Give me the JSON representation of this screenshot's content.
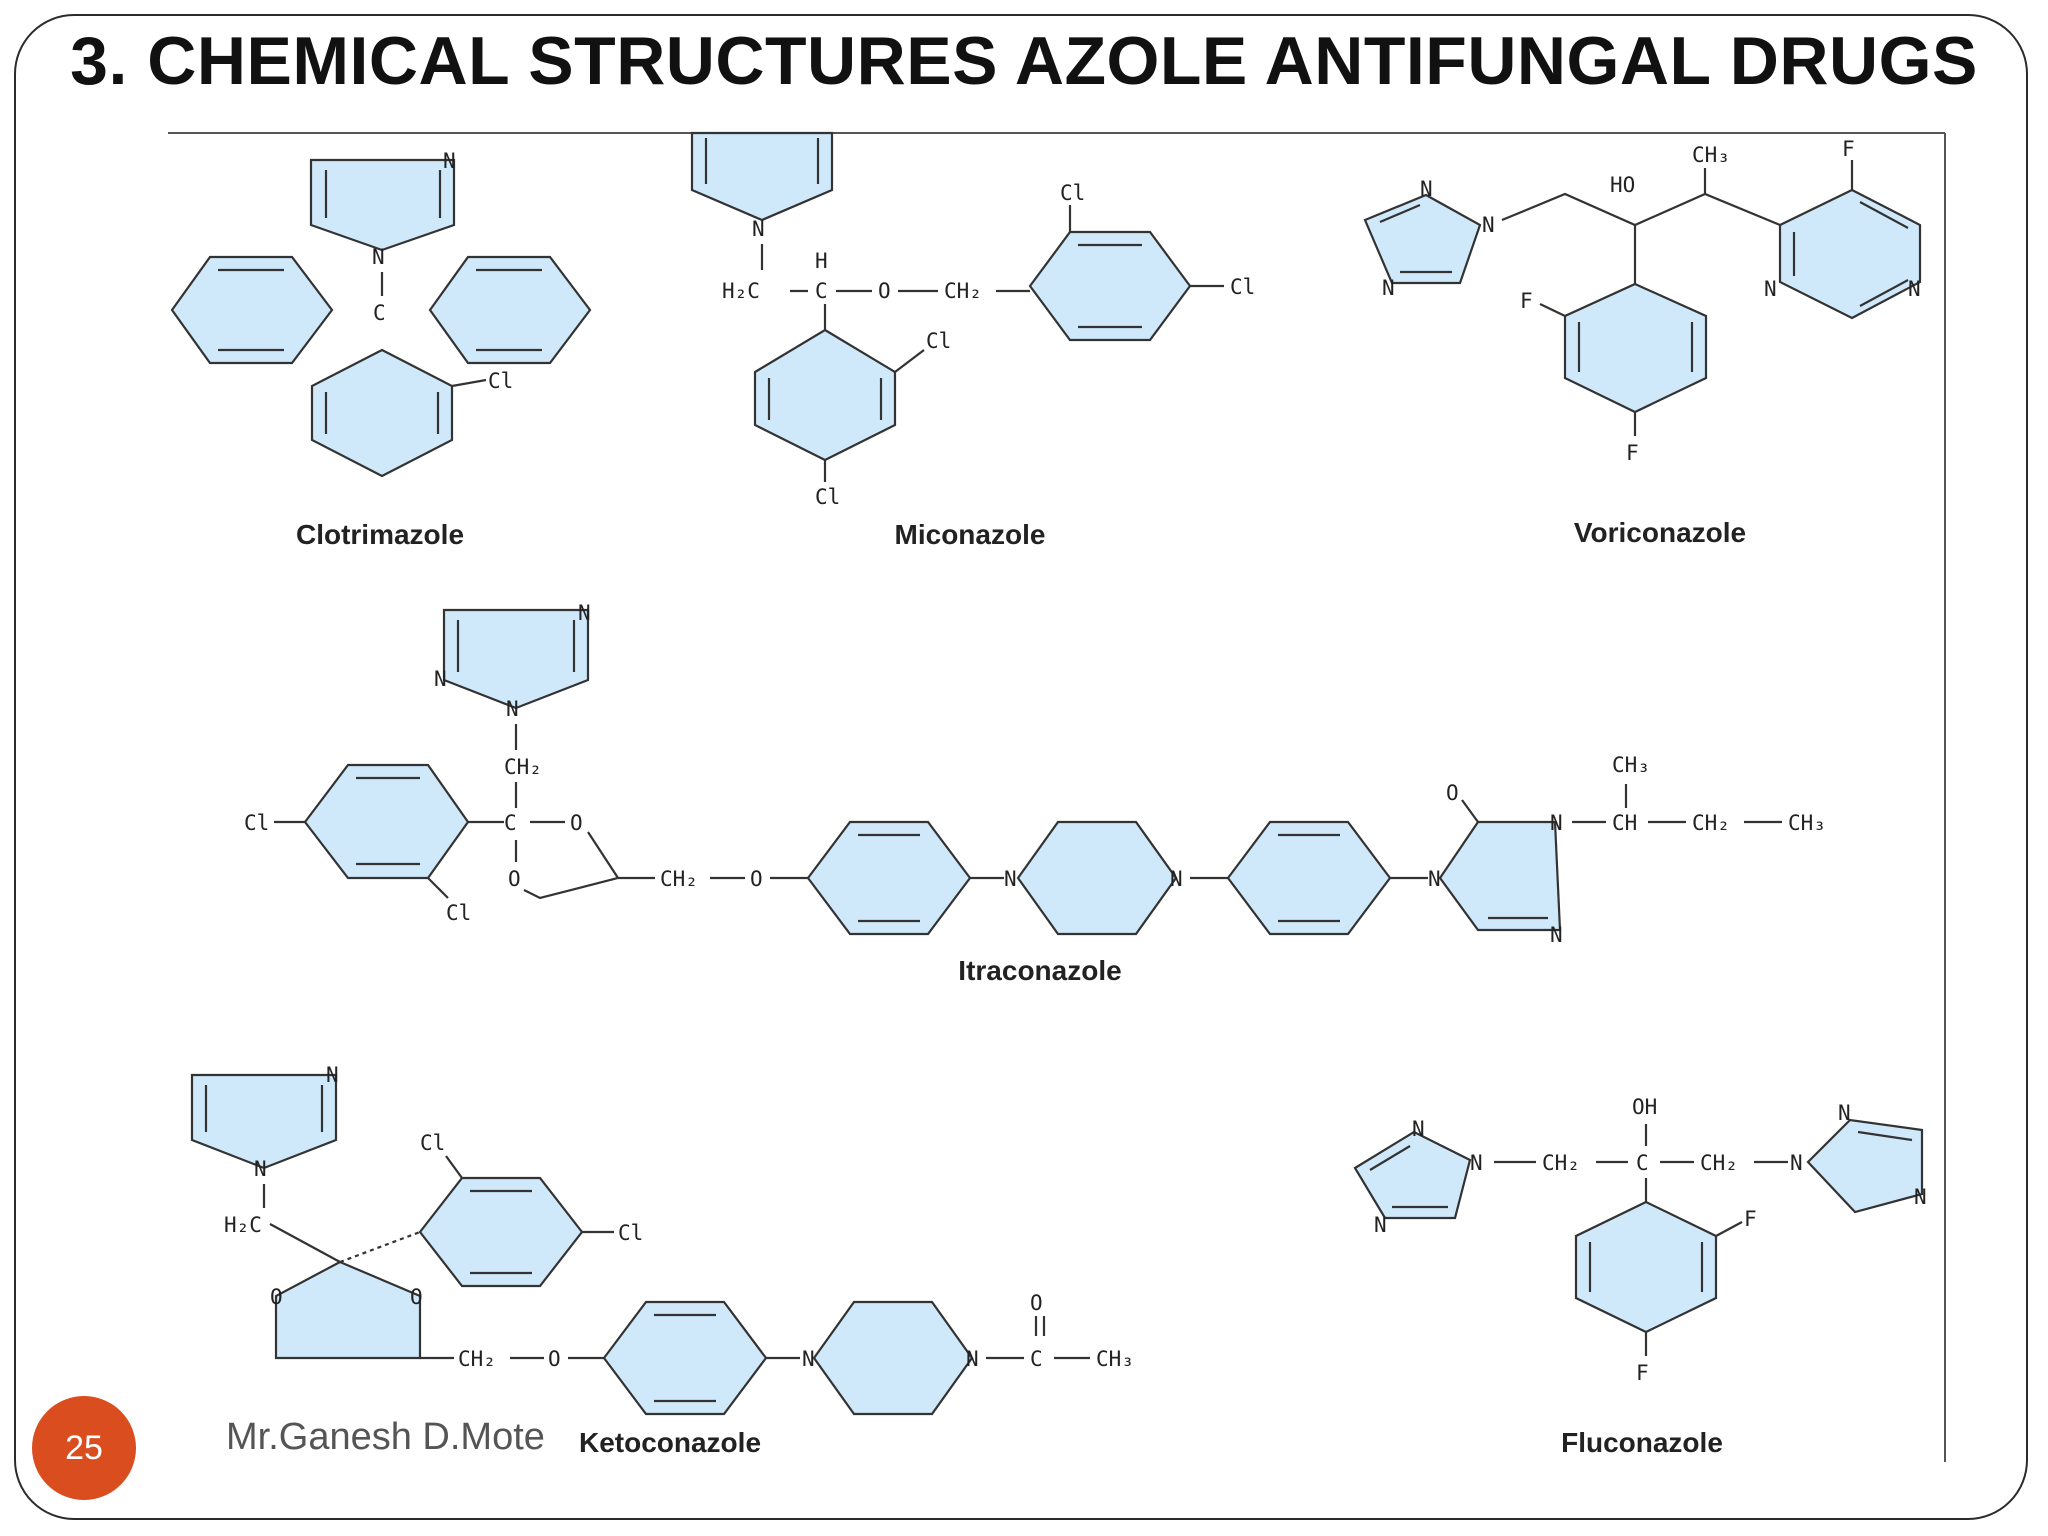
{
  "slide": {
    "title": "3. CHEMICAL STRUCTURES AZOLE ANTIFUNGAL DRUGS",
    "page_number": "25",
    "author": "Mr.Ganesh D.Mote"
  },
  "colors": {
    "ring_fill": "#cfe9fb",
    "badge": "#d94d1e",
    "line": "#333333"
  },
  "drugs": {
    "clotrimazole": "Clotrimazole",
    "miconazole": "Miconazole",
    "voriconazole": "Voriconazole",
    "itraconazole": "Itraconazole",
    "ketoconazole": "Ketoconazole",
    "fluconazole": "Fluconazole"
  },
  "atoms": {
    "N": "N",
    "C": "C",
    "H": "H",
    "O": "O",
    "Cl": "Cl",
    "F": "F",
    "H2C": "H₂C",
    "CH2": "CH₂",
    "CH3": "CH₃",
    "CH": "CH",
    "HO": "HO",
    "OH": "OH"
  }
}
